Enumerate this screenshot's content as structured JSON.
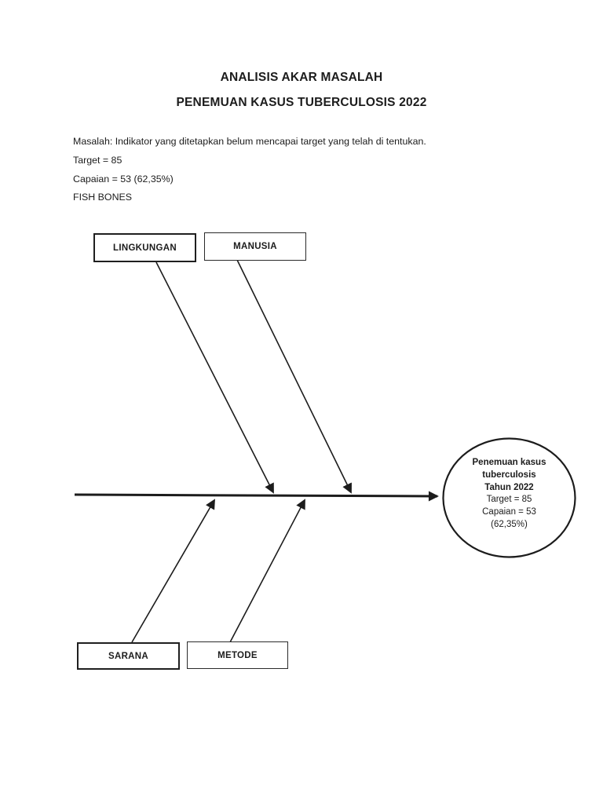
{
  "header": {
    "title_line1": "ANALISIS AKAR MASALAH",
    "title_line2": "PENEMUAN KASUS TUBERCULOSIS 2022"
  },
  "problem_statement": {
    "masalah": "Masalah: Indikator yang ditetapkan belum mencapai target yang telah di tentukan.",
    "target": "Target = 85",
    "capaian": "Capaian = 53 (62,35%)",
    "section_label": "FISH BONES"
  },
  "fishbone": {
    "causes": [
      {
        "id": "lingkungan",
        "label": "LINGKUNGAN",
        "position": "top-left"
      },
      {
        "id": "manusia",
        "label": "MANUSIA",
        "position": "top-right"
      },
      {
        "id": "sarana",
        "label": "SARANA",
        "position": "bottom-left"
      },
      {
        "id": "metode",
        "label": "METODE",
        "position": "bottom-right"
      }
    ],
    "effect": {
      "title_lines": [
        "Penemuan kasus",
        "tuberculosis",
        "Tahun 2022"
      ],
      "detail_lines": [
        "Target = 85",
        "Capaian = 53",
        "(62,35%)"
      ]
    }
  },
  "colors": {
    "ink": "#1c1c1c",
    "background": "#ffffff"
  }
}
